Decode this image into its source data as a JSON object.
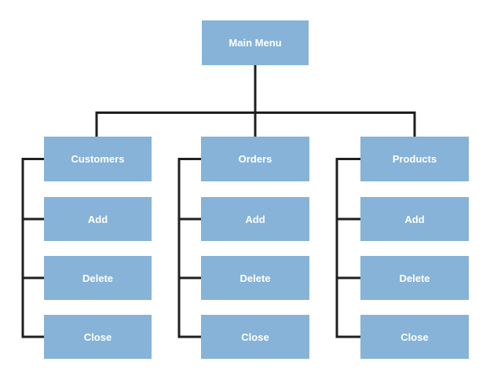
{
  "diagram": {
    "type": "menu-hierarchy-flowchart",
    "root": {
      "label": "Main Menu"
    },
    "columns": [
      {
        "header": "Customers",
        "items": [
          "Add",
          "Delete",
          "Close"
        ]
      },
      {
        "header": "Orders",
        "items": [
          "Add",
          "Delete",
          "Close"
        ]
      },
      {
        "header": "Products",
        "items": [
          "Add",
          "Delete",
          "Close"
        ]
      }
    ],
    "colors": {
      "node_fill": "#86b3d7",
      "node_text": "#ffffff",
      "connector_line": "#1f1f1f",
      "background": "#ffffff"
    }
  }
}
